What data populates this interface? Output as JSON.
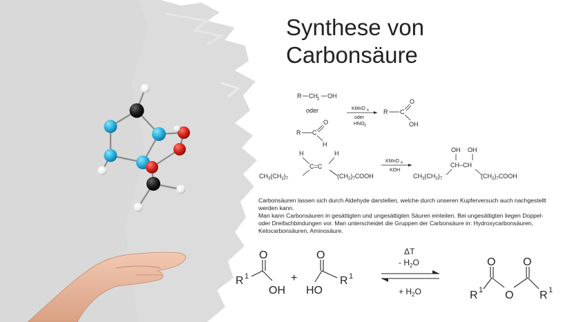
{
  "slide": {
    "title_line1": "Synthese von",
    "title_line2": "Carbonsäure"
  },
  "reaction1": {
    "reactant1_r": "R",
    "reactant1_ch2": "CH",
    "reactant1_sub": "2",
    "reactant1_oh": "OH",
    "or_word": "oder",
    "reactant2_r": "R",
    "reactant2_c": "C",
    "reactant2_o": "O",
    "reactant2_h": "H",
    "reagent_top": "KMnO",
    "reagent_top_sub": "4",
    "reagent_mid": "oder",
    "reagent_bottom": "HNO",
    "reagent_bottom_sub": "3",
    "product_r": "R",
    "product_c": "C",
    "product_o": "O",
    "product_oh": "OH"
  },
  "reaction2": {
    "h_left": "H",
    "h_right": "H",
    "left_chain": "CH",
    "left_chain_sub1": "3",
    "left_chain_mid": "(CH",
    "left_chain_sub2": "2",
    "left_chain_end": ")",
    "left_chain_sub3": "7",
    "double_bond": "C=C",
    "right_chain": "(CH",
    "right_chain_sub": "2",
    "right_chain_end": ")",
    "right_chain_sub2": "7",
    "right_chain_cooh": "COOH",
    "reagent_top": "KMnO",
    "reagent_top_sub": "4",
    "reagent_bottom": "KOH",
    "oh_left": "OH",
    "oh_right": "OH",
    "product_center": "CH–CH",
    "product_left": "CH",
    "product_left_sub1": "3",
    "product_left_mid": "(CH",
    "product_left_sub2": "2",
    "product_left_end": ")",
    "product_left_sub3": "7",
    "product_right": "(CH",
    "product_right_sub": "2",
    "product_right_end": ")",
    "product_right_sub2": "7",
    "product_right_cooh": "COOH"
  },
  "paragraph": {
    "p1": "Carbonsäuren lassen sich durch Aldehyde darstellen, welche durch unseren Kupferversuch auch nachgestellt werden kann.",
    "p2": "Man kann Carbonsäuren in gesättigten und ungesättigten Säuren einteilen. Bei ungesättigten liegen Doppel- oder Dreifachbindungen vor. Man unterscheidet die Gruppen der Carbonsäure in: Hydroxycarbonsäuren, Ketocarbonsäuren, Aminosäure."
  },
  "reaction3": {
    "acid1_r": "R",
    "acid1_sup": "1",
    "acid1_o": "O",
    "acid1_oh": "OH",
    "plus": "+",
    "acid2_o": "O",
    "acid2_ho": "HO",
    "acid2_r": "R",
    "acid2_sup": "1",
    "forward_top": "ΔT",
    "forward_bottom": "- H",
    "forward_bottom_sub": "2",
    "forward_bottom_end": "O",
    "reverse_label": "+ H",
    "reverse_sub": "2",
    "reverse_end": "O",
    "anhydride_r_left": "R",
    "anhydride_sup_left": "1",
    "anhydride_o1": "O",
    "anhydride_o_bridge": "O",
    "anhydride_o2": "O",
    "anhydride_r_right": "R",
    "anhydride_sup_right": "1"
  },
  "colors": {
    "brush_gray": "#d9d9d9",
    "atom_blue": "#2cb5e0",
    "atom_red": "#d8261c",
    "atom_black": "#1a1a1a",
    "atom_white": "#f4f4f4",
    "skin": "#e8b9a0",
    "text": "#222222"
  },
  "images": {
    "molecule": "molecule-model-icon",
    "hand": "open-hand-icon"
  }
}
